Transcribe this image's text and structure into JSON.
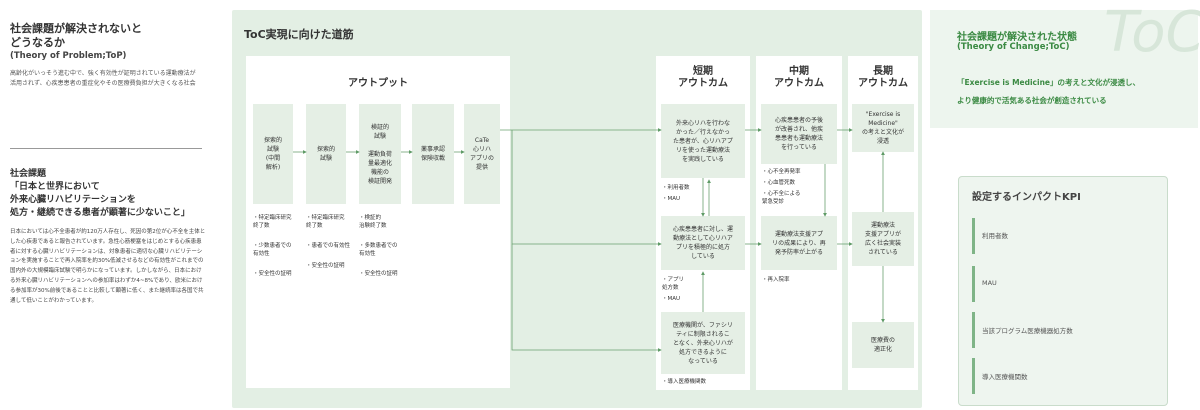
{
  "top": {
    "title": "社会課題が解決されないと\nどうなるか",
    "subtitle": "(Theory of Problem;ToP)",
    "description": "高齢化がいっそう進む中で、強く有効性が証明されている運動療法が活用されず、心疾患患者の重症化やその医療費負担が大きくなる社会"
  },
  "issue": {
    "label": "社会課題",
    "title": "「日本と世界において\n外来心臓リハビリテーションを\n処方・継続できる患者が顕著に少ないこと」",
    "body": "日本においては心不全患者が約120万人存在し、死因の第2位が心不全を主体とした心疾患であると報告されています。急性心筋梗塞をはじめとする心疾患患者に対する心臓リハビリテーションは、対象患者に適切な心臓リハビリテーションを実施することで再入院率を約30%低減させるなどの有効性がこれまでの国内外の大規模臨床試験で明らかになっています。しかしながら、日本における外来心臓リハビリテーションへの参加率はわずか4~8%であり、欧米における参加率が30%前後であることと比較して顕著に低く、また継続率は各国で共通して低いことがわかっています。"
  },
  "path": {
    "title": "ToC実現に向けた道筋",
    "outputs": {
      "title": "アウトプット",
      "steps": [
        {
          "label": "探索的\n試験\n(中間\n解析)"
        },
        {
          "label": "探索的\n試験"
        },
        {
          "label": "検証的\n試験\n\n運動負荷\n量最適化\n機能の\n検証開発"
        },
        {
          "label": "薬事承認\n保険収載"
        },
        {
          "label": "CaTe\n心リハ\nアプリの\n提供"
        }
      ],
      "bullets": [
        [
          "・特定臨床研究\n終了数",
          "・少数患者での\n有効性",
          "・安全性の証明"
        ],
        [
          "・特定臨床研究\n終了数",
          "・患者での有効性",
          "・安全性の証明"
        ],
        [
          "・検証的\n治験終了数",
          "・多数患者での\n有効性",
          "・安全性の証明"
        ]
      ]
    },
    "short": {
      "title": "短期\nアウトカム",
      "boxes": [
        "外来心リハを行わな\nかった／行えなかっ\nた患者が、心リハアプ\nリを使った運動療法\nを実践している",
        "心疾患患者に対し、運\n動療法として心リハア\nプリを積極的に処方\nしている",
        "医療機関が、ファシリ\nティに制限されるこ\nとなく、外来心リハが\n処方できるように\nなっている"
      ],
      "bullets": [
        [
          "・利用者数",
          "・MAU"
        ],
        [
          "・アプリ\n処方数",
          "・MAU"
        ],
        [
          "・導入医療機関数"
        ]
      ]
    },
    "mid": {
      "title": "中期\nアウトカム",
      "boxes": [
        "心疾患患者の予後\nが改善され、他疾\n患患者も運動療法\nを行っている",
        "運動療法支援アプ\nリの成果により、再\n発予防率が上がる"
      ],
      "bullets": [
        [
          "・心不全再発率",
          "・心血管死数",
          "・心不全による\n緊急受診"
        ],
        [
          "・再入院率"
        ]
      ]
    },
    "long": {
      "title": "長期\nアウトカム",
      "boxes": [
        "\"Exercise is\nMedicine\"\nの考えと文化が\n浸透",
        "運動療法\n支援アプリが\n広く社会実装\nされている",
        "医療費の\n適正化"
      ]
    }
  },
  "toc": {
    "title": "社会課題が解決された状態",
    "subtitle": "(Theory of Change;ToC)",
    "description": "「Exercise is Medicine」の考えと文化が浸透し、\nより健康的で活気ある社会が創造されている",
    "watermark": "ToC"
  },
  "kpi": {
    "title": "設定するインパクトKPI",
    "items": [
      "利用者数",
      "MAU",
      "当該プログラム医療機器処方数",
      "導入医療機関数"
    ]
  },
  "colors": {
    "green_panel": "#e3efe4",
    "box_fill": "#e5efe5",
    "accent_green": "#3b8a43",
    "line_green": "#6aa06f"
  }
}
